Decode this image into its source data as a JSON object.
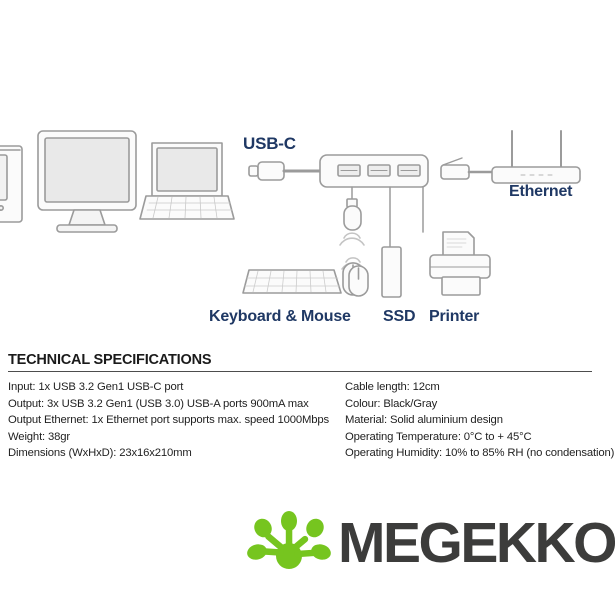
{
  "diagram": {
    "labels": {
      "usbc": "USB-C",
      "ethernet": "Ethernet",
      "keyboard_mouse": "Keyboard & Mouse",
      "ssd": "SSD",
      "printer": "Printer"
    },
    "label_color": "#1f3864",
    "line_color": "#9b9b9b",
    "fill_color": "#ededed",
    "devices": [
      "pc-tower",
      "monitor",
      "laptop",
      "usb-c-connector",
      "usb-hub",
      "ethernet-plug",
      "wifi-router",
      "usb-dongle",
      "wireless-mouse",
      "keyboard",
      "ssd",
      "printer"
    ],
    "hub_ports": 3
  },
  "specifications": {
    "title": "TECHNICAL SPECIFICATIONS",
    "left_column": [
      "Input: 1x USB 3.2 Gen1 USB-C port",
      "Output: 3x USB 3.2 Gen1 (USB 3.0) USB-A ports 900mA max",
      "Output Ethernet: 1x Ethernet port supports max. speed 1000Mbps",
      "Weight: 38gr",
      "Dimensions (WxHxD): 23x16x210mm"
    ],
    "right_column": [
      "Cable length: 12cm",
      "Colour: Black/Gray",
      "Material: Solid aluminium design",
      "Operating Temperature: 0°C to + 45°C",
      "Operating Humidity: 10% to 85% RH (no condensation)"
    ]
  },
  "logo": {
    "text": "MEGEKKO",
    "mark_color": "#76c51f",
    "text_color": "#3c3c3b"
  }
}
